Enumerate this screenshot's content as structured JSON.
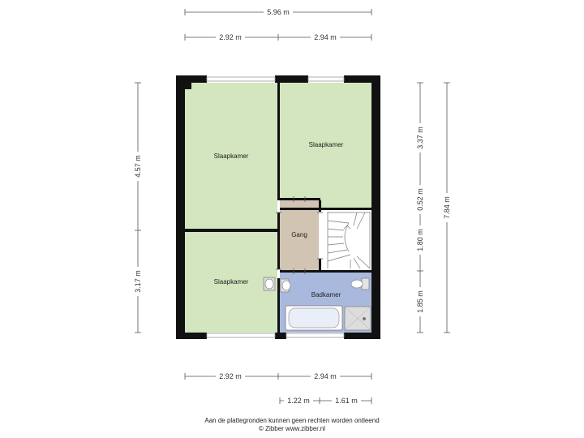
{
  "rooms": {
    "slaapkamer_1": "Slaapkamer",
    "slaapkamer_2": "Slaapkamer",
    "slaapkamer_3": "Slaapkamer",
    "gang": "Gang",
    "badkamer": "Badkamer"
  },
  "dimensions": {
    "top_total": "5.96 m",
    "top_left": "2.92 m",
    "top_right": "2.94 m",
    "bottom_left": "2.92 m",
    "bottom_right": "2.94 m",
    "bottom_small_left": "1.22 m",
    "bottom_small_right": "1.61 m",
    "left_upper": "4.57 m",
    "left_lower": "3.17 m",
    "right_1": "3.37 m",
    "right_2": "0.52 m",
    "right_3": "1.80 m",
    "right_4": "1.85 m",
    "right_total": "7.84 m"
  },
  "footer": {
    "line1": "Aan de plattegronden kunnen geen rechten worden ontleend",
    "line2": "© Zibber www.zibber.nl"
  },
  "colors": {
    "bedroom": "#d3e6bf",
    "hall": "#d2c4b2",
    "bathroom": "#a9b9de",
    "wall": "#111111",
    "dim_line": "#555555"
  }
}
